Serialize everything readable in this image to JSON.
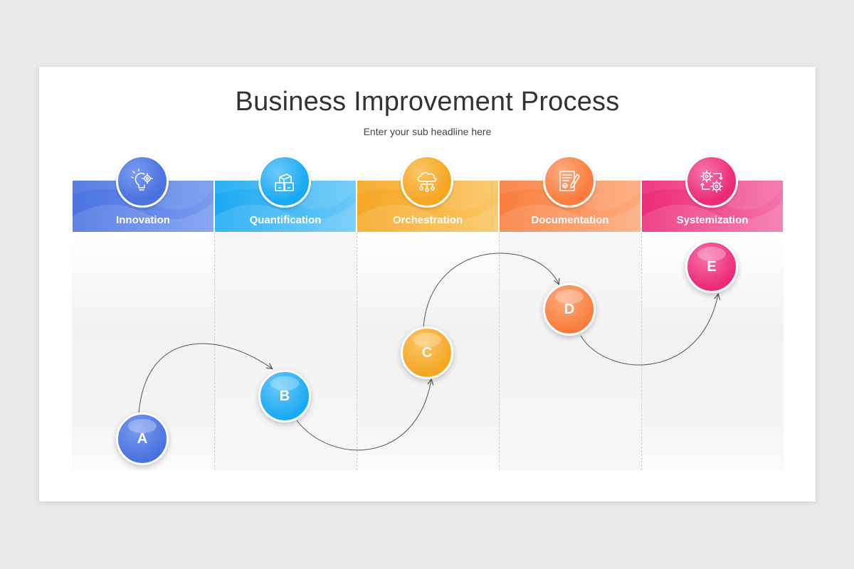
{
  "slide": {
    "title": "Business Improvement Process",
    "subtitle": "Enter your sub headline here"
  },
  "stages": [
    {
      "label": "Innovation",
      "icon": "lightbulb-gear-icon",
      "color": "#4a72e0",
      "color_light": "#7a9bf0",
      "step": "A"
    },
    {
      "label": "Quantification",
      "icon": "boxes-icon",
      "color": "#1aa9f3",
      "color_light": "#6ccaf8",
      "step": "B"
    },
    {
      "label": "Orchestration",
      "icon": "cloud-network-icon",
      "color": "#f5a623",
      "color_light": "#fbc665",
      "step": "C"
    },
    {
      "label": "Documentation",
      "icon": "document-pen-icon",
      "color": "#f97d3e",
      "color_light": "#fcab7d",
      "step": "D"
    },
    {
      "label": "Systemization",
      "icon": "gears-flow-icon",
      "color": "#ec2a78",
      "color_light": "#f574ab",
      "step": "E"
    }
  ]
}
